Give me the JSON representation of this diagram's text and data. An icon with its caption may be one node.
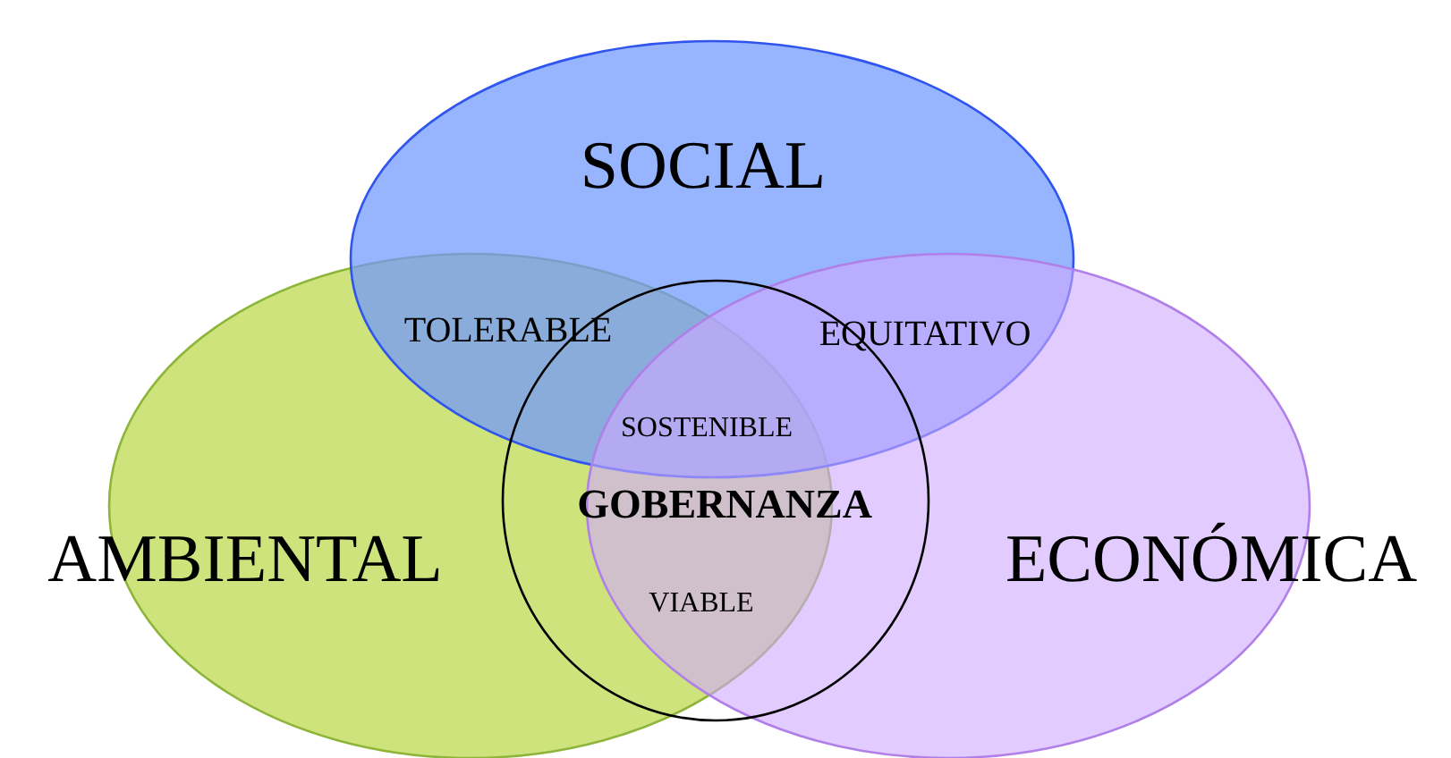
{
  "diagram": {
    "nodes": [
      {
        "text": [
          "SOCIAL"
        ]
      },
      {
        "text": [
          "AMBIENTAL"
        ]
      },
      {
        "text": [
          "ECONÓMICA"
        ]
      },
      {
        "text": [
          "GOBERNANZA"
        ]
      }
    ],
    "edges": [],
    "labels": [
      "TOLERABLE",
      "EQUITATIVO",
      "SOSTENIBLE",
      "VIABLE"
    ]
  }
}
